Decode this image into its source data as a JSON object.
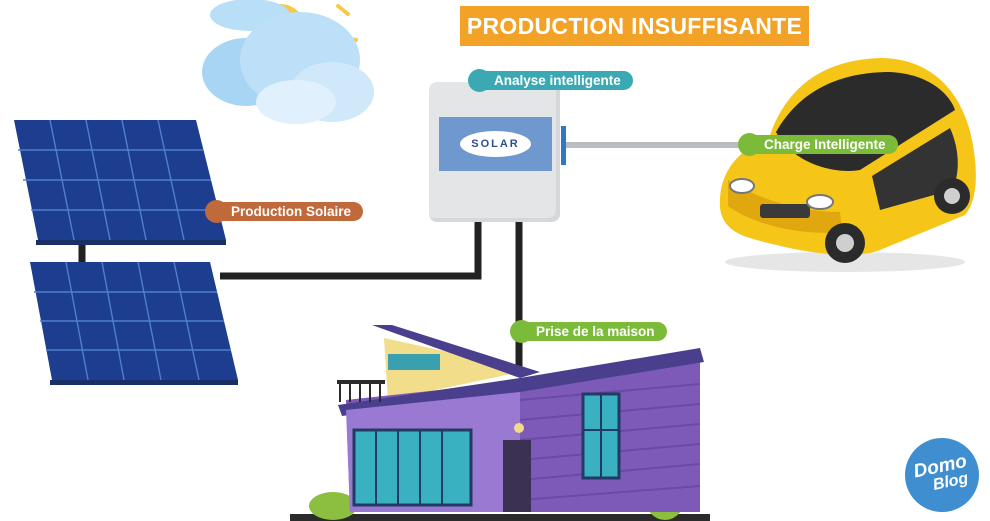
{
  "title": "PRODUCTION INSUFFISANTE",
  "labels": {
    "analyse": "Analyse intelligente",
    "charge": "Charge Intelligente",
    "production": "Production Solaire",
    "prise": "Prise de la maison"
  },
  "inverter_logo": "SOLAR",
  "badge": {
    "line1": "Domo",
    "line2": "Blog"
  },
  "colors": {
    "banner": "#f2a227",
    "teal_label": "#3aa9b4",
    "green_label": "#7cbb3a",
    "orange_label": "#c06a3c",
    "panel_blue": "#1d3d8f",
    "house_purple": "#7d5ab8",
    "car_yellow": "#f5c518",
    "cable": "#222222"
  }
}
